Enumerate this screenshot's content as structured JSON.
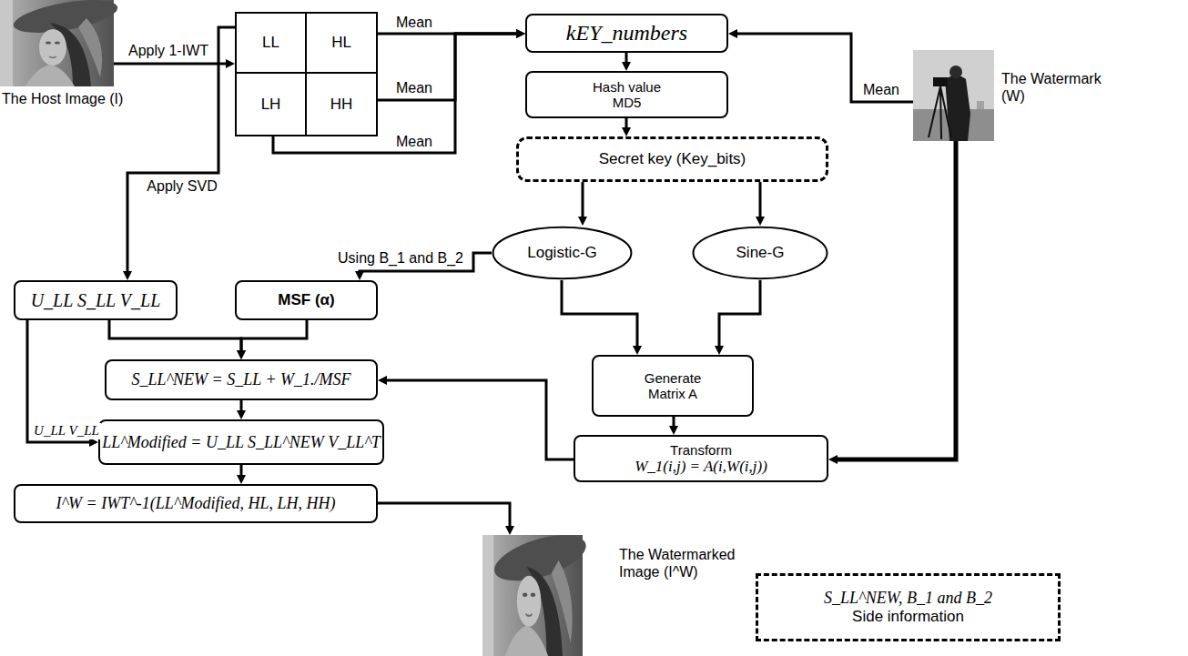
{
  "diagram": {
    "nodes": [
      {
        "text": [
          "The Host Image (I)"
        ]
      },
      {
        "text": [
          "LL"
        ]
      },
      {
        "text": [
          "HL"
        ]
      },
      {
        "text": [
          "LH"
        ]
      },
      {
        "text": [
          "HH"
        ]
      },
      {
        "text": [
          "kEY_numbers"
        ]
      },
      {
        "text": [
          "Hash value MD5"
        ]
      },
      {
        "text": [
          "Secret key (Key_bits)"
        ]
      },
      {
        "text": [
          "Logistic-G"
        ]
      },
      {
        "text": [
          "Sine-G"
        ]
      },
      {
        "text": [
          "The Watermark (W)"
        ]
      },
      {
        "text": [
          "U_LL S_LL V_LL"
        ]
      },
      {
        "text": [
          "MSF (α)"
        ]
      },
      {
        "text": [
          "Generate Matrix A"
        ]
      },
      {
        "text": [
          "Transform",
          "W_1(i,j) = A(i,W(i,j))"
        ]
      },
      {
        "text": [
          "S_LL^NEW = S_LL + W_1./MSF"
        ]
      },
      {
        "text": [
          "LL^Modified = U_LL S_LL^NEW V_LL^T"
        ]
      },
      {
        "text": [
          "I^W = IWT^-1(LL^Modified, HL, LH, HH)"
        ]
      },
      {
        "text": [
          "The Watermarked Image (I^W)"
        ]
      },
      {
        "text": [
          "S_LL^NEW, B_1 and B_2",
          "Side information"
        ]
      }
    ],
    "edges": [
      {
        "from": 0,
        "to": 1,
        "arrow": "to",
        "label": "Apply 1-IWT"
      },
      {
        "from": 2,
        "to": 5,
        "arrow": "to",
        "label": "Mean"
      },
      {
        "from": 4,
        "to": 5,
        "arrow": "to",
        "label": "Mean"
      },
      {
        "from": 3,
        "to": 5,
        "arrow": "to",
        "label": "Mean"
      },
      {
        "from": 10,
        "to": 5,
        "arrow": "to",
        "label": "Mean"
      },
      {
        "from": 5,
        "to": 6,
        "arrow": "to"
      },
      {
        "from": 6,
        "to": 7,
        "arrow": "to"
      },
      {
        "from": 7,
        "to": 8,
        "arrow": "to"
      },
      {
        "from": 7,
        "to": 9,
        "arrow": "to"
      },
      {
        "from": 8,
        "to": 12,
        "arrow": "to",
        "label": "Using B_1 and B_2"
      },
      {
        "from": 8,
        "to": 13,
        "arrow": "to"
      },
      {
        "from": 9,
        "to": 13,
        "arrow": "to"
      },
      {
        "from": 13,
        "to": 14,
        "arrow": "to"
      },
      {
        "from": 10,
        "to": 14,
        "arrow": "to"
      },
      {
        "from": 14,
        "to": 15,
        "arrow": "to"
      },
      {
        "from": 1,
        "to": 11,
        "arrow": "to",
        "label": "Apply SVD"
      },
      {
        "from": 11,
        "to": 15,
        "arrow": "to"
      },
      {
        "from": 12,
        "to": 15,
        "arrow": "to"
      },
      {
        "from": 15,
        "to": 16,
        "arrow": "to"
      },
      {
        "from": 11,
        "to": 16,
        "arrow": "to",
        "label": "U_LL V_LL"
      },
      {
        "from": 16,
        "to": 17,
        "arrow": "to"
      },
      {
        "from": 17,
        "to": 18,
        "arrow": "to"
      }
    ]
  }
}
